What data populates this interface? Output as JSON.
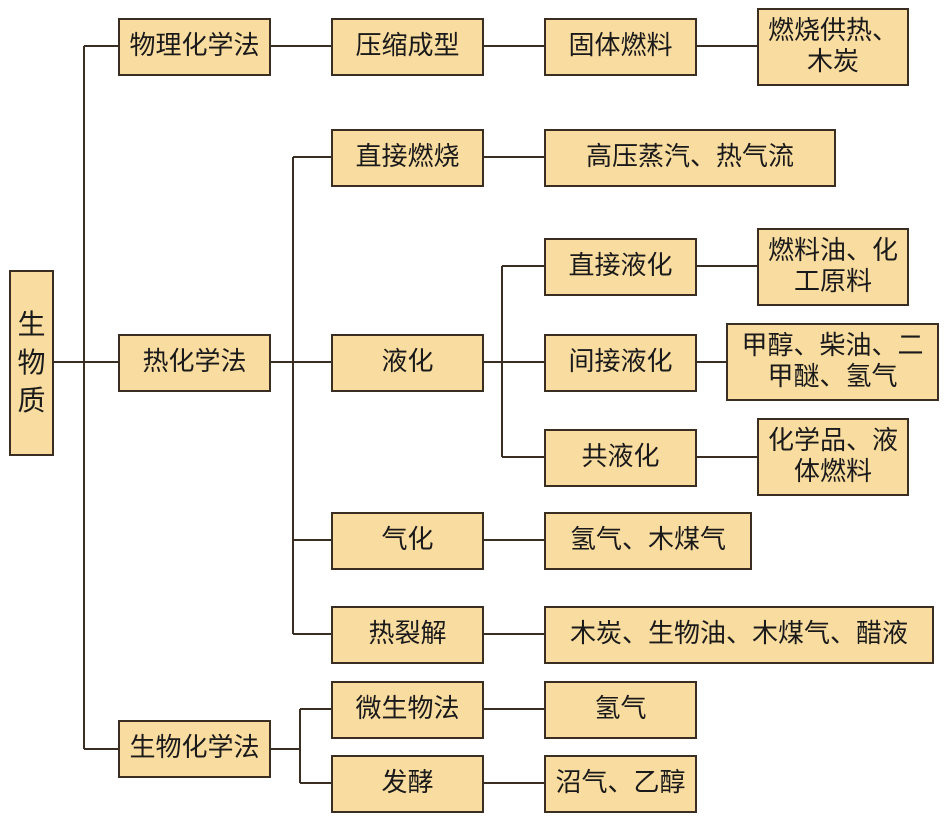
{
  "root": "生物质",
  "level1": {
    "physchem": "物理化学法",
    "thermo": "热化学法",
    "biochem": "生物化学法"
  },
  "level2": {
    "compress": "压缩成型",
    "combust": "直接燃烧",
    "liquefy": "液化",
    "gasify": "气化",
    "pyrolysis": "热裂解",
    "microbe": "微生物法",
    "ferment": "发酵"
  },
  "level3": {
    "solid_fuel": "固体燃料",
    "steam": "高压蒸汽、热气流",
    "direct_liq": "直接液化",
    "indirect_liq": "间接液化",
    "co_liq": "共液化",
    "gas_products": "氢气、木煤气",
    "pyro_products": "木炭、生物油、木煤气、醋液",
    "hydrogen": "氢气",
    "biogas": "沼气、乙醇"
  },
  "level4": {
    "heat_charcoal": "燃烧供热、木炭",
    "fuel_oil": "燃料油、化工原料",
    "methanol": "甲醇、柴油、二甲醚、氢气",
    "chem_fuel": "化学品、液体燃料"
  },
  "colors": {
    "box_fill": "#f9dca0",
    "border": "#3a2e22",
    "line": "#3a2e22"
  }
}
